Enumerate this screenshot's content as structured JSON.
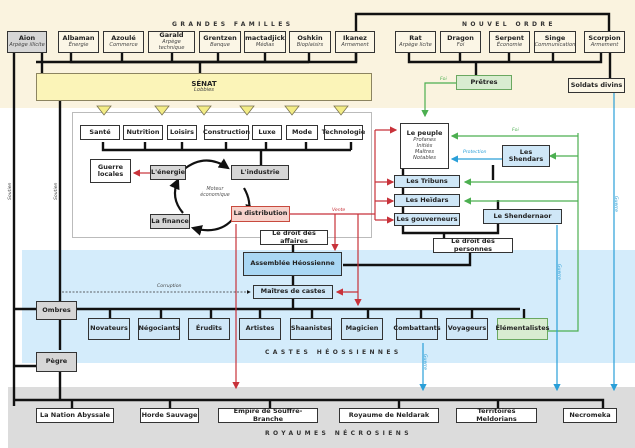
{
  "sections": {
    "grandes_familles": "GRANDES FAMILLES",
    "nouvel_ordre": "NOUVEL ORDRE",
    "castes": "CASTES HÉOSSIENNES",
    "royaumes": "ROYAUMES NÉCROSIENS"
  },
  "aion": {
    "name": "Aion",
    "sub": "Arpège illicite"
  },
  "grandes_familles": [
    {
      "name": "Albaman",
      "sub": "Énergie"
    },
    {
      "name": "Azoulé",
      "sub": "Commerce"
    },
    {
      "name": "Garald",
      "sub": "Arpège technique"
    },
    {
      "name": "Grentzen",
      "sub": "Banque"
    },
    {
      "name": "mactadjick",
      "sub": "Médias"
    },
    {
      "name": "Oshkin",
      "sub": "Bioplaisirs"
    },
    {
      "name": "Ikanez",
      "sub": "Armement"
    }
  ],
  "nouvel_ordre": [
    {
      "name": "Rat",
      "sub": "Arpège licite"
    },
    {
      "name": "Dragon",
      "sub": "Foi"
    },
    {
      "name": "Serpent",
      "sub": "Économie"
    },
    {
      "name": "Singe",
      "sub": "Communication"
    },
    {
      "name": "Scorpion",
      "sub": "Armement"
    }
  ],
  "senat": {
    "name": "SÉNAT",
    "sub": "Lobbies"
  },
  "pretres": "Prêtres",
  "soldats_divins": "Soldats divins",
  "secteurs": [
    "Santé",
    "Nutrition",
    "Loisirs",
    "Construction",
    "Luxe",
    "Mode",
    "Technologie"
  ],
  "economie": {
    "guerre_locales": "Guerre locales",
    "energie": "L'énergie",
    "industrie": "L'industrie",
    "finance": "La finance",
    "distribution": "La distribution",
    "moteur": "Moteur économique",
    "droit_affaires": "Le droit des affaires"
  },
  "peuple": {
    "name": "Le peuple",
    "subs": [
      "Profanes",
      "Initiés",
      "Maîtres",
      "Notables"
    ]
  },
  "institutions": [
    "Les Tribuns",
    "Les Heïdars",
    "Les gouverneurs"
  ],
  "shendars": "Les Shendars",
  "shendernaor": "Le Shendernaor",
  "droit_personnes": "Le droit des personnes",
  "assemblee": "Assemblée Héossienne",
  "maitres_castes": "Maîtres de castes",
  "ombres": "Ombres",
  "pegre": "Pègre",
  "castes": [
    "Novateurs",
    "Négociants",
    "Érudits",
    "Artistes",
    "Shaanistes",
    "Magicien",
    "Combattants",
    "Voyageurs",
    "Élémentalistes"
  ],
  "royaumes": [
    "La Nation Abyssale",
    "Horde Sauvage",
    "Empire de Souffre-Branche",
    "Royaume de Neldarak",
    "Territoires Meldorians",
    "Necromeka"
  ],
  "labels": {
    "foi_pretres": "Foi",
    "foi_peuple": "Foi",
    "protection": "Protection",
    "vente": "Vente",
    "corruption": "Corruption",
    "soutien_1": "Soutien",
    "soutien_2": "Soutien",
    "guerre_1": "Guerre",
    "guerre_2": "Guerre",
    "guerre_3": "Guerre"
  },
  "colors": {
    "red": "#c8323a",
    "green": "#4caf50",
    "blue": "#2a9fd8",
    "black": "#111111"
  }
}
